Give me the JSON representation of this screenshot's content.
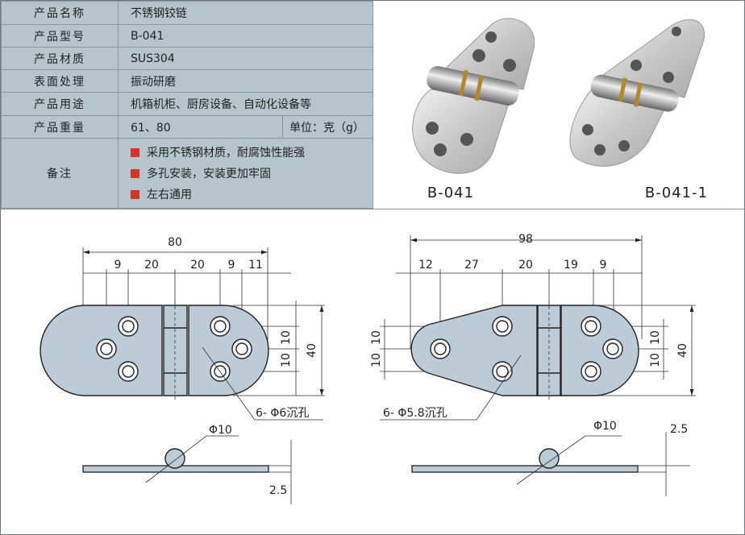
{
  "spec_table": {
    "rows": [
      {
        "key": "产品名称",
        "value": "不锈钢铰链"
      },
      {
        "key": "产品型号",
        "value": "B-041"
      },
      {
        "key": "产品材质",
        "value": "SUS304"
      },
      {
        "key": "表面处理",
        "value": "振动研磨"
      },
      {
        "key": "产品用途",
        "value": "机箱机柜、厨房设备、自动化设备等"
      },
      {
        "key": "产品重量",
        "value": "61、80",
        "unit": "单位：克（g）"
      }
    ],
    "notes_key": "备注",
    "notes": [
      "采用不锈钢材质，耐腐蚀性能强",
      "多孔安装，安装更加牢固",
      "左右通用"
    ]
  },
  "photos": [
    {
      "label": "B-041"
    },
    {
      "label": "B-041-1"
    }
  ],
  "drawing_left": {
    "overall": "80",
    "segments": [
      "9",
      "20",
      "20",
      "9",
      "11"
    ],
    "vert": [
      "10",
      "10",
      "40"
    ],
    "hole_note": "6- Φ6沉孔",
    "pin_dia": "Φ10",
    "thickness": "2.5"
  },
  "drawing_right": {
    "overall": "98",
    "segments": [
      "12",
      "27",
      "20",
      "19",
      "9"
    ],
    "vert_left": [
      "10",
      "10"
    ],
    "vert": [
      "10",
      "10",
      "40"
    ],
    "hole_note": "6- Φ5.8沉孔",
    "pin_dia": "Φ10",
    "thickness": "2.5"
  },
  "colors": {
    "table_bg": "#b6c4cc",
    "bullet": "#d6322a",
    "part_fill": "#bccbd6"
  }
}
